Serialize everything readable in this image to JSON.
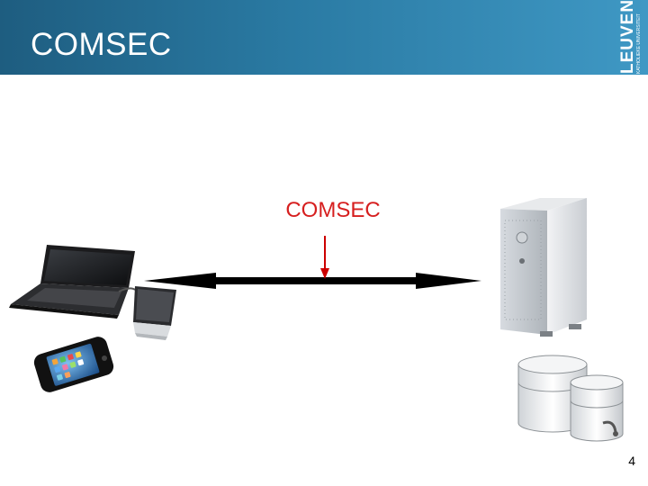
{
  "slide": {
    "title": "COMSEC",
    "logo_main": "LEUVEN",
    "logo_sub": "KATHOLIEKE UNIVERSITEIT",
    "center_label": "COMSEC",
    "page_number": "4"
  },
  "colors": {
    "header": "#2a7aa3",
    "label": "#d61f1f",
    "arrow": "#000000",
    "interceptor": "#cc0000"
  },
  "icons": [
    "laptop-icon",
    "tablet-icon",
    "smartphone-icon",
    "server-icon",
    "database-icon"
  ]
}
